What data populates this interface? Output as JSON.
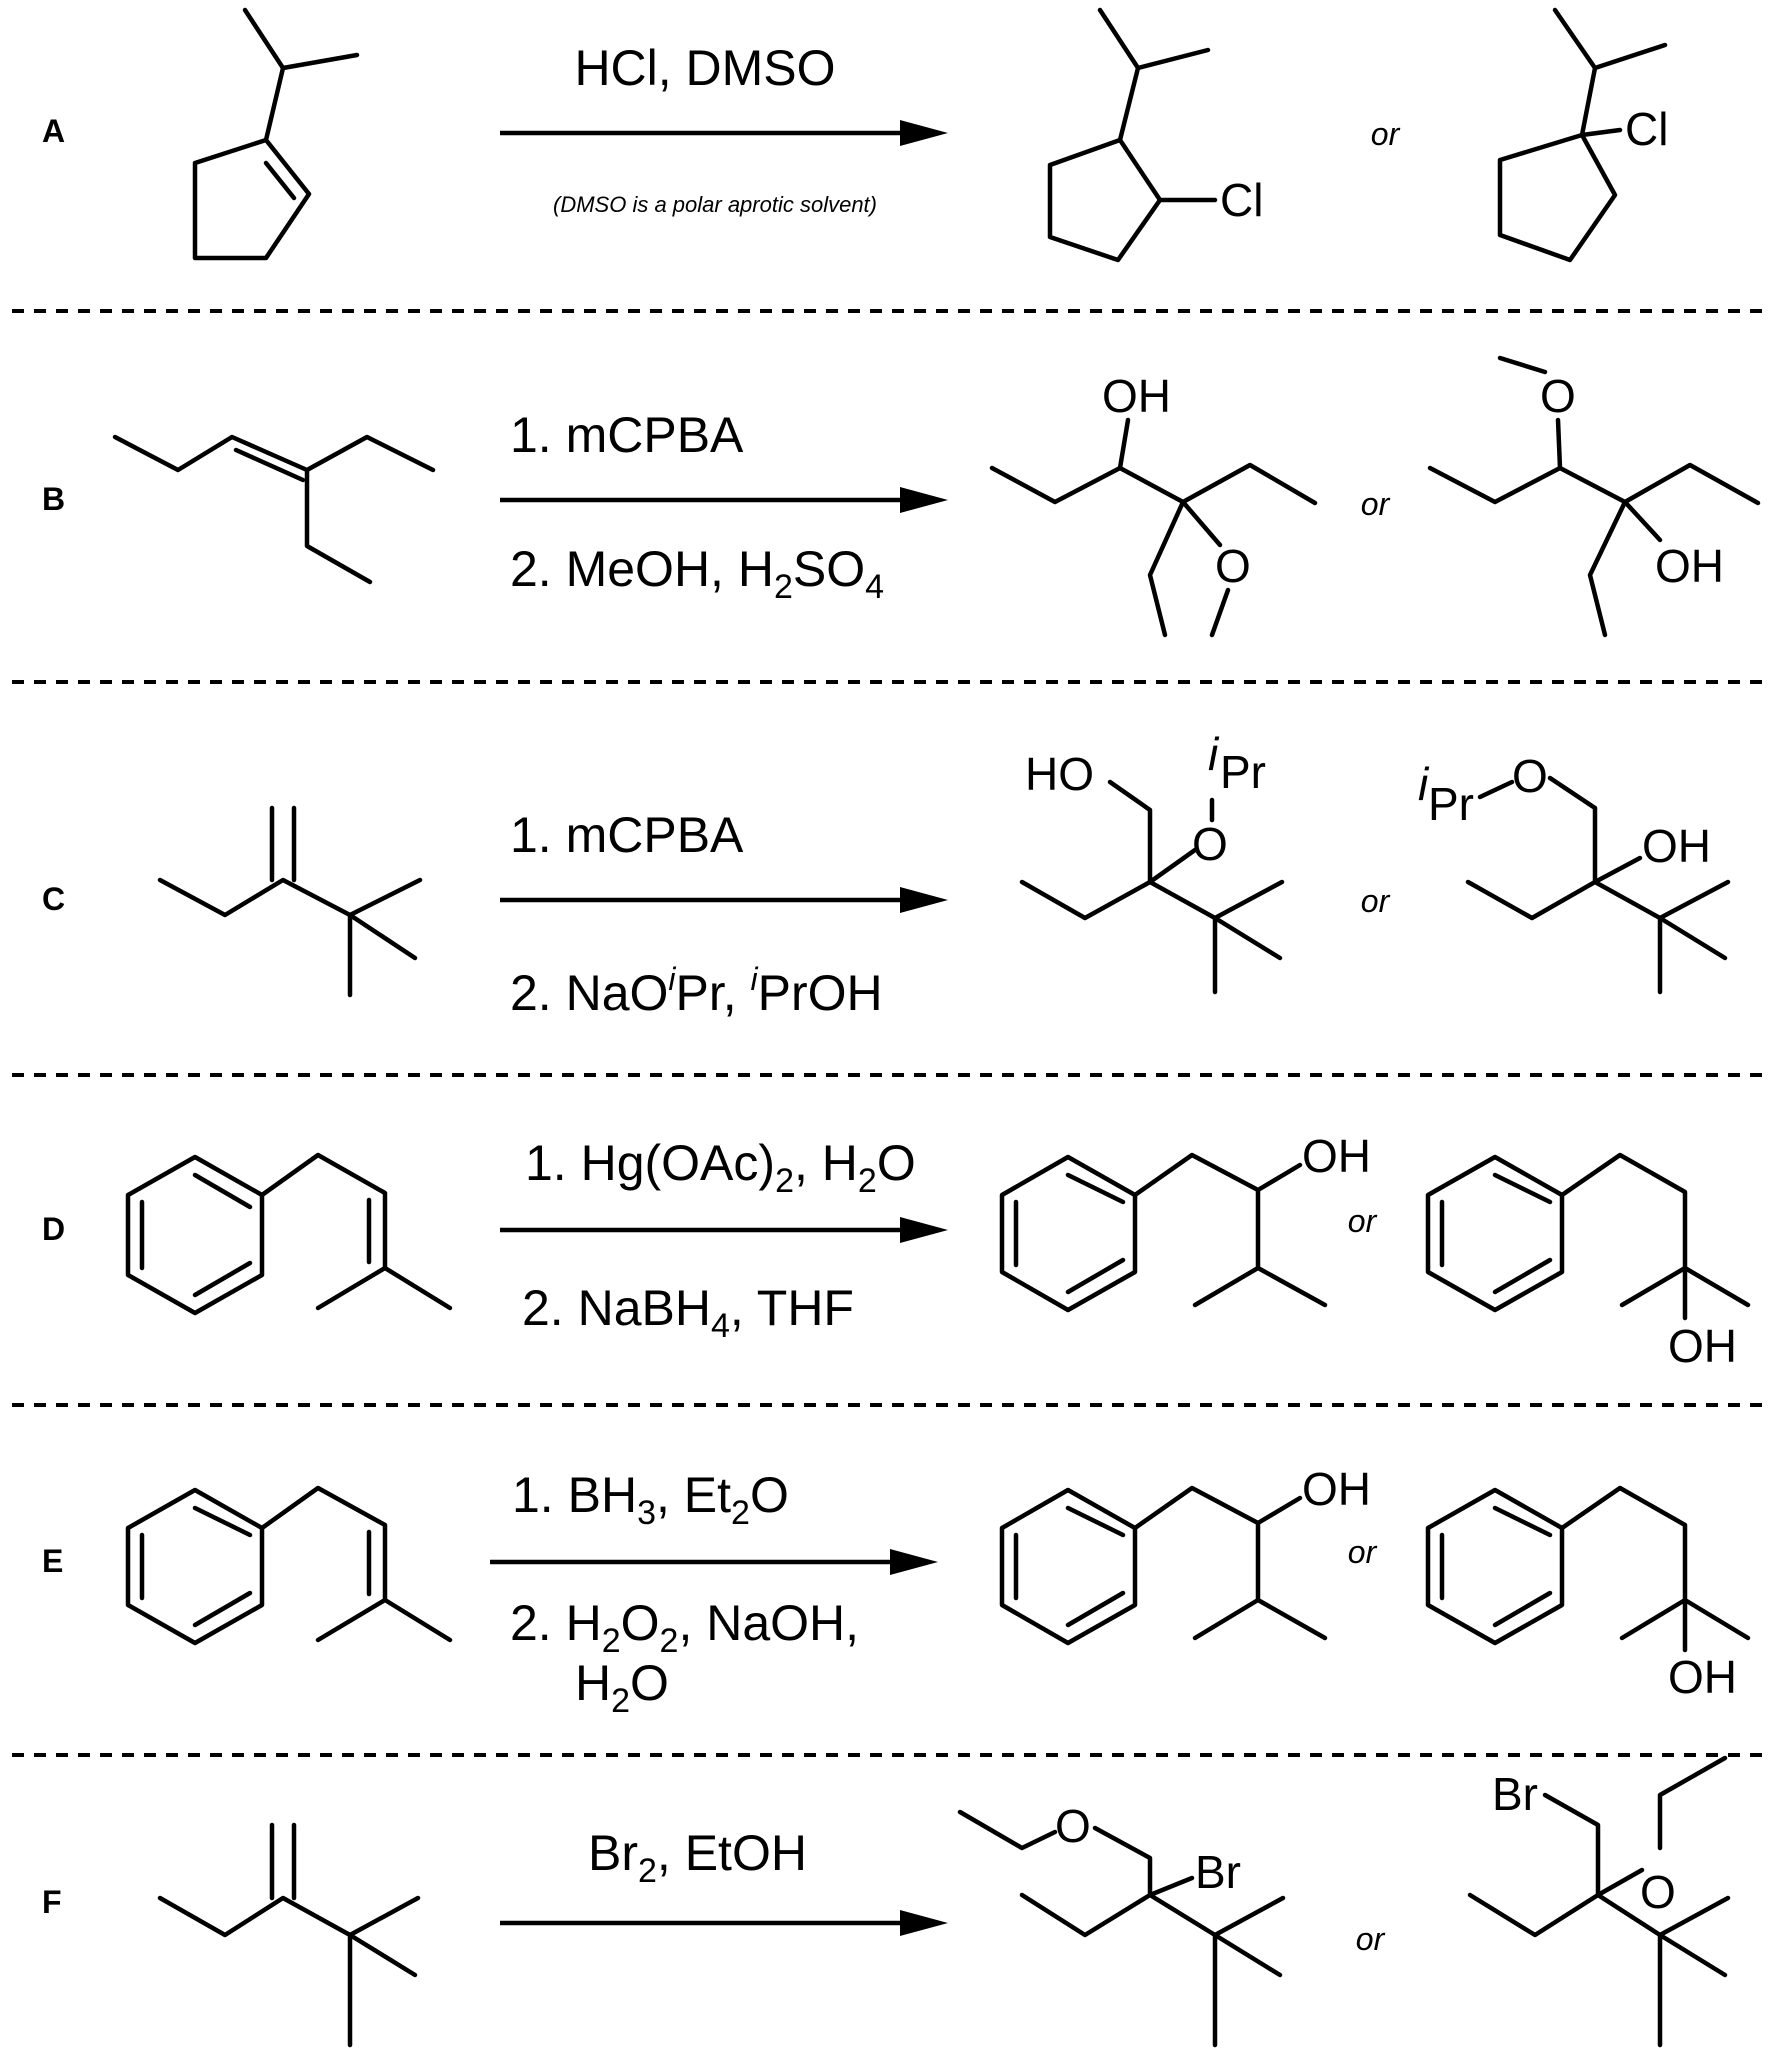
{
  "rows": [
    {
      "label": "A",
      "reagents": [
        "HCl, DMSO"
      ],
      "note": "(DMSO is a polar aprotic solvent)",
      "or": "or",
      "atoms": {
        "cl1": "Cl",
        "cl2": "Cl"
      }
    },
    {
      "label": "B",
      "reagents": [
        "1. mCPBA",
        "2. MeOH, H",
        "2",
        "SO",
        "4"
      ],
      "or": "or",
      "atoms": {
        "oh1": "OH",
        "o1": "O",
        "o2": "O",
        "oh2": "OH"
      }
    },
    {
      "label": "C",
      "reagents": [
        "1. mCPBA",
        "2. NaO",
        "i",
        "Pr, ",
        "i",
        "PrOH"
      ],
      "or": "or",
      "atoms": {
        "ho1": "HO",
        "ipr1_sup": "i",
        "ipr1": "Pr",
        "o1": "O",
        "ipr2_sup": "i",
        "ipr2": "Pr",
        "o2": "O",
        "oh2": "OH"
      }
    },
    {
      "label": "D",
      "reagents": [
        "1. Hg(OAc)",
        "2",
        ", H",
        "2",
        "O",
        "2. NaBH",
        "4",
        ", THF"
      ],
      "or": "or",
      "atoms": {
        "oh1": "OH",
        "oh2": "OH"
      }
    },
    {
      "label": "E",
      "reagents": [
        "1. BH",
        "3",
        ", Et",
        "2",
        "O",
        "2. H",
        "2",
        "O",
        "2",
        ", NaOH,",
        "H",
        "2",
        "O"
      ],
      "or": "or",
      "atoms": {
        "oh1": "OH",
        "oh2": "OH"
      }
    },
    {
      "label": "F",
      "reagents": [
        "Br",
        "2",
        ", EtOH"
      ],
      "or": "or",
      "atoms": {
        "o1": "O",
        "br1": "Br",
        "br2": "Br",
        "o2": "O"
      }
    }
  ]
}
